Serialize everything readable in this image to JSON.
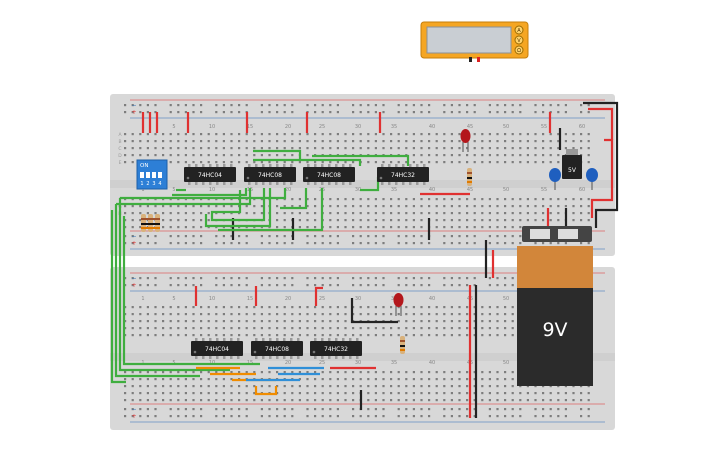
{
  "chips_top": [
    "74HC04",
    "74HC08",
    "74HC08",
    "74HC32"
  ],
  "chips_bottom": [
    "74HC04",
    "74HC08",
    "74HC32"
  ],
  "dip_switch": {
    "label": "ON",
    "positions": [
      "1",
      "2",
      "3",
      "4"
    ]
  },
  "regulator": {
    "label": "5V"
  },
  "battery": {
    "label": "9V"
  },
  "column_numbers": [
    "1",
    "5",
    "10",
    "15",
    "20",
    "25",
    "30",
    "35",
    "40",
    "45",
    "50",
    "55",
    "60"
  ],
  "row_letters_top": [
    "A",
    "B",
    "C",
    "D",
    "E",
    "F",
    "G",
    "H",
    "I",
    "J"
  ],
  "rail_signs": {
    "plus": "+",
    "minus": "−"
  },
  "meter": {
    "buttons": [
      "A",
      "V",
      "Ω"
    ]
  },
  "colors": {
    "board": "#d8d8d8",
    "chip": "#222222",
    "dip": "#2d7fd6",
    "wire_green": "#3fae3f",
    "wire_red": "#e03131",
    "wire_black": "#222222",
    "wire_orange": "#f08c00",
    "wire_blue": "#2f8fd8",
    "battery_top": "#d2863a",
    "battery_body": "#2b2b2b",
    "meter_body": "#f5a623"
  }
}
